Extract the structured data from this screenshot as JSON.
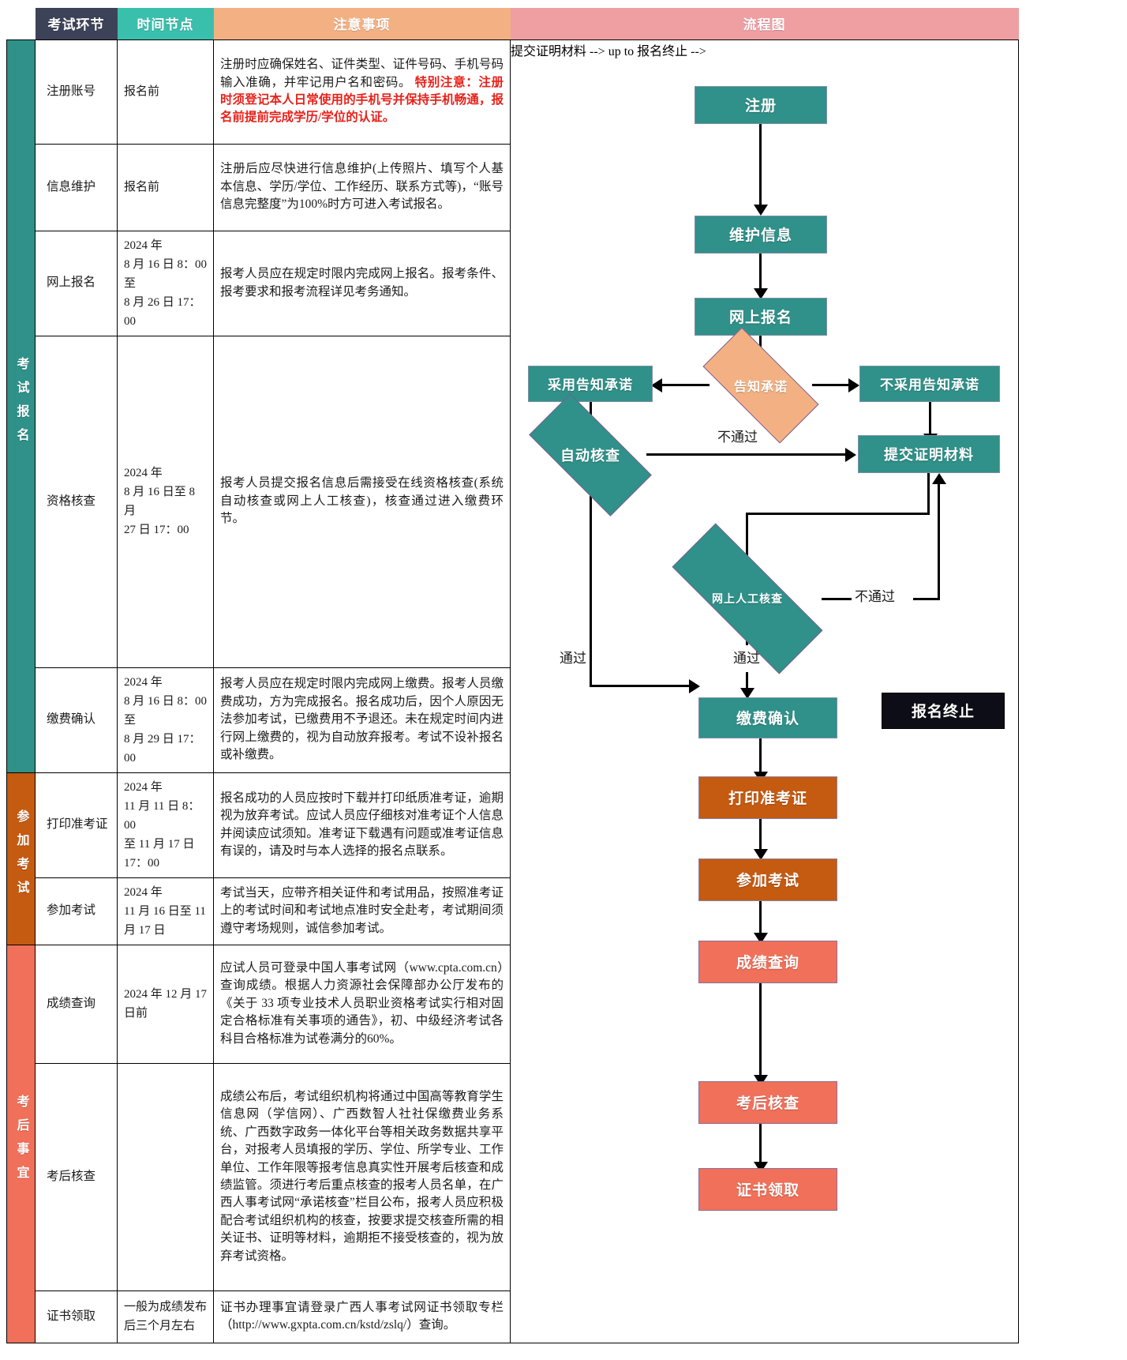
{
  "header": {
    "stage": "考试环节",
    "time": "时间节点",
    "notes": "注意事项",
    "flow": "流程图"
  },
  "categories": {
    "registration": "考试报名",
    "attend": "参加考试",
    "after": "考后事宜"
  },
  "rows": [
    {
      "stage": "注册账号",
      "time": "报名前",
      "notes_normal": "注册时应确保姓名、证件类型、证件号码、手机号码输入准确，并牢记用户名和密码。",
      "notes_red": "特别注意：注册时须登记本人日常使用的手机号并保持手机畅通，报名前提前完成学历/学位的认证。"
    },
    {
      "stage": "信息维护",
      "time": "报名前",
      "notes_normal": "注册后应尽快进行信息维护(上传照片、填写个人基本信息、学历/学位、工作经历、联系方式等)，“账号信息完整度”为100%时方可进入考试报名。",
      "notes_red": ""
    },
    {
      "stage": "网上报名",
      "time": "2024 年\n8 月 16 日 8：00 至\n8 月 26 日 17：00",
      "notes_normal": "报考人员应在规定时限内完成网上报名。报考条件、报考要求和报考流程详见考务通知。",
      "notes_red": ""
    },
    {
      "stage": "资格核查",
      "time": "2024 年\n8 月 16 日至 8 月\n27 日 17：00",
      "notes_normal": "报考人员提交报名信息后需接受在线资格核查(系统自动核查或网上人工核查)，核查通过进入缴费环节。",
      "notes_red": ""
    },
    {
      "stage": "缴费确认",
      "time": "2024 年\n8 月 16 日 8：00 至\n8 月 29 日 17：00",
      "notes_normal": "报考人员应在规定时限内完成网上缴费。报考人员缴费成功，方为完成报名。报名成功后，因个人原因无法参加考试，已缴费用不予退还。未在规定时间内进行网上缴费的，视为自动放弃报考。考试不设补报名或补缴费。",
      "notes_red": ""
    },
    {
      "stage": "打印准考证",
      "time": "2024 年\n11 月 11 日 8：00\n至 11 月 17 日\n17：00",
      "notes_normal": "报名成功的人员应按时下载并打印纸质准考证，逾期视为放弃考试。应试人员应仔细核对准考证个人信息并阅读应试须知。准考证下载遇有问题或准考证信息有误的，请及时与本人选择的报名点联系。",
      "notes_red": ""
    },
    {
      "stage": "参加考试",
      "time": "2024 年\n11 月 16 日至 11\n月 17 日",
      "notes_normal": "考试当天，应带齐相关证件和考试用品，按照准考证上的考试时间和考试地点准时安全赴考，考试期间须遵守考场规则，诚信参加考试。",
      "notes_red": ""
    },
    {
      "stage": "成绩查询",
      "time": "2024 年 12 月 17 日前",
      "notes_normal": "应试人员可登录中国人事考试网（www.cpta.com.cn）查询成绩。根据人力资源社会保障部办公厅发布的《关于 33 项专业技术人员职业资格考试实行相对固定合格标准有关事项的通告》，初、中级经济考试各科目合格标准为试卷满分的60%。",
      "notes_red": ""
    },
    {
      "stage": "考后核查",
      "time": "",
      "notes_normal": "成绩公布后，考试组织机构将通过中国高等教育学生信息网（学信网）、广西数智人社社保缴费业务系统、广西数字政务一体化平台等相关政务数据共享平台，对报考人员填报的学历、学位、所学专业、工作单位、工作年限等报考信息真实性开展考后核查和成绩监管。须进行考后重点核查的报考人员名单，在广西人事考试网“承诺核查”栏目公布，报考人员应积极配合考试组织机构的核查，按要求提交核查所需的相关证书、证明等材料，逾期拒不接受核查的，视为放弃考试资格。",
      "notes_red": ""
    },
    {
      "stage": "证书领取",
      "time": "一般为成绩发布后三个月左右",
      "notes_normal": "证书办理事宜请登录广西人事考试网证书领取专栏（http://www.gxpta.com.cn/kstd/zslq/）查询。",
      "notes_red": ""
    }
  ],
  "flow": {
    "nodes": {
      "register": "注册",
      "maintain_info": "维护信息",
      "online_apply": "网上报名",
      "notice_commit": "告知承诺",
      "use_commit": "采用告知承诺",
      "no_use_commit": "不采用告知承诺",
      "auto_check": "自动核查",
      "submit_proof": "提交证明材料",
      "manual_check": "网上人工核查",
      "apply_terminated": "报名终止",
      "pay_confirm": "缴费确认",
      "print_ticket": "打印准考证",
      "take_exam": "参加考试",
      "score_query": "成绩查询",
      "post_check": "考后核查",
      "cert_collect": "证书领取"
    },
    "edges": {
      "fail_top": "不通过",
      "fail_mid": "不通过",
      "pass_left": "通过",
      "pass_mid": "通过"
    }
  },
  "colors": {
    "teal": "#2f9189",
    "teal_header": "#3bbfad",
    "dark_slate": "#3c4257",
    "peach": "#f3b183",
    "pink": "#ef9ea2",
    "orange": "#c55a11",
    "salmon": "#f1705a",
    "black": "#0d0d17",
    "red_text": "#e8211a"
  }
}
